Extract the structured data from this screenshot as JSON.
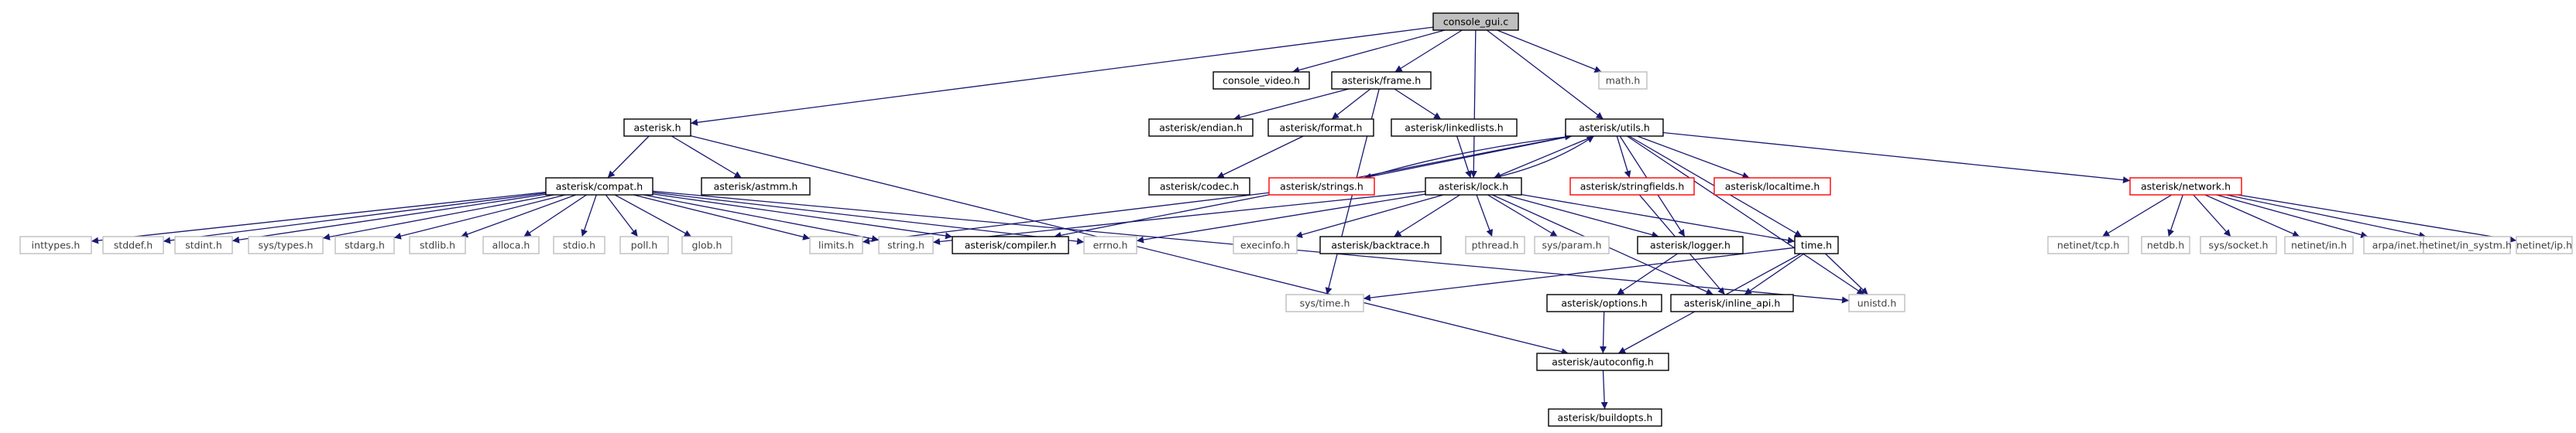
{
  "graph": {
    "colors": {
      "background": "#ffffff",
      "edge": "#191970",
      "root_fill": "#bfbfbf",
      "root_border": "#000000",
      "documented_border": "#000000",
      "truncated_border": "#ff0000",
      "undocumented_border": "#bfbfbf",
      "text": "#000000",
      "muted_text": "#404040"
    },
    "nodes": [
      {
        "id": "console_gui",
        "label": "console_gui.c",
        "kind": "root"
      },
      {
        "id": "console_video",
        "label": "console_video.h",
        "kind": "documented"
      },
      {
        "id": "frame",
        "label": "asterisk/frame.h",
        "kind": "documented"
      },
      {
        "id": "math",
        "label": "math.h",
        "kind": "undocumented"
      },
      {
        "id": "asterisk",
        "label": "asterisk.h",
        "kind": "documented"
      },
      {
        "id": "endian",
        "label": "asterisk/endian.h",
        "kind": "documented"
      },
      {
        "id": "format",
        "label": "asterisk/format.h",
        "kind": "documented"
      },
      {
        "id": "linkedlists",
        "label": "asterisk/linkedlists.h",
        "kind": "documented"
      },
      {
        "id": "utils",
        "label": "asterisk/utils.h",
        "kind": "documented"
      },
      {
        "id": "compat",
        "label": "asterisk/compat.h",
        "kind": "documented"
      },
      {
        "id": "astmm",
        "label": "asterisk/astmm.h",
        "kind": "documented"
      },
      {
        "id": "codec",
        "label": "asterisk/codec.h",
        "kind": "documented"
      },
      {
        "id": "strings",
        "label": "asterisk/strings.h",
        "kind": "truncated"
      },
      {
        "id": "lock",
        "label": "asterisk/lock.h",
        "kind": "documented"
      },
      {
        "id": "stringfields",
        "label": "asterisk/stringfields.h",
        "kind": "truncated"
      },
      {
        "id": "localtime",
        "label": "asterisk/localtime.h",
        "kind": "truncated"
      },
      {
        "id": "network",
        "label": "asterisk/network.h",
        "kind": "truncated"
      },
      {
        "id": "inttypes",
        "label": "inttypes.h",
        "kind": "undocumented"
      },
      {
        "id": "stddef",
        "label": "stddef.h",
        "kind": "undocumented"
      },
      {
        "id": "stdint",
        "label": "stdint.h",
        "kind": "undocumented"
      },
      {
        "id": "systypes",
        "label": "sys/types.h",
        "kind": "undocumented"
      },
      {
        "id": "stdarg",
        "label": "stdarg.h",
        "kind": "undocumented"
      },
      {
        "id": "stdlib",
        "label": "stdlib.h",
        "kind": "undocumented"
      },
      {
        "id": "alloca",
        "label": "alloca.h",
        "kind": "undocumented"
      },
      {
        "id": "stdio",
        "label": "stdio.h",
        "kind": "undocumented"
      },
      {
        "id": "poll",
        "label": "poll.h",
        "kind": "undocumented"
      },
      {
        "id": "glob",
        "label": "glob.h",
        "kind": "undocumented"
      },
      {
        "id": "limits",
        "label": "limits.h",
        "kind": "undocumented"
      },
      {
        "id": "string",
        "label": "string.h",
        "kind": "undocumented"
      },
      {
        "id": "compiler",
        "label": "asterisk/compiler.h",
        "kind": "documented"
      },
      {
        "id": "errno",
        "label": "errno.h",
        "kind": "undocumented"
      },
      {
        "id": "execinfo",
        "label": "execinfo.h",
        "kind": "undocumented"
      },
      {
        "id": "backtrace",
        "label": "asterisk/backtrace.h",
        "kind": "documented"
      },
      {
        "id": "pthread",
        "label": "pthread.h",
        "kind": "undocumented"
      },
      {
        "id": "sysparam",
        "label": "sys/param.h",
        "kind": "undocumented"
      },
      {
        "id": "logger",
        "label": "asterisk/logger.h",
        "kind": "documented"
      },
      {
        "id": "time",
        "label": "time.h",
        "kind": "documented"
      },
      {
        "id": "netinettcp",
        "label": "netinet/tcp.h",
        "kind": "undocumented"
      },
      {
        "id": "netdb",
        "label": "netdb.h",
        "kind": "undocumented"
      },
      {
        "id": "syssocket",
        "label": "sys/socket.h",
        "kind": "undocumented"
      },
      {
        "id": "netinetin",
        "label": "netinet/in.h",
        "kind": "undocumented"
      },
      {
        "id": "arpainet",
        "label": "arpa/inet.h",
        "kind": "undocumented"
      },
      {
        "id": "netinetinsystm",
        "label": "netinet/in_systm.h",
        "kind": "undocumented"
      },
      {
        "id": "netinetip",
        "label": "netinet/ip.h",
        "kind": "undocumented"
      },
      {
        "id": "inlineapi",
        "label": "asterisk/inline_api.h",
        "kind": "documented"
      },
      {
        "id": "unistd",
        "label": "unistd.h",
        "kind": "undocumented"
      },
      {
        "id": "systime",
        "label": "sys/time.h",
        "kind": "undocumented"
      },
      {
        "id": "options",
        "label": "asterisk/options.h",
        "kind": "documented"
      },
      {
        "id": "autoconfig",
        "label": "asterisk/autoconfig.h",
        "kind": "documented"
      },
      {
        "id": "buildopts",
        "label": "asterisk/buildopts.h",
        "kind": "documented"
      }
    ],
    "edges": [
      [
        "console_gui",
        "console_video"
      ],
      [
        "console_gui",
        "frame"
      ],
      [
        "console_gui",
        "math"
      ],
      [
        "console_gui",
        "asterisk"
      ],
      [
        "console_gui",
        "utils"
      ],
      [
        "console_gui",
        "lock"
      ],
      [
        "frame",
        "endian"
      ],
      [
        "frame",
        "format"
      ],
      [
        "frame",
        "linkedlists"
      ],
      [
        "frame",
        "systime"
      ],
      [
        "format",
        "codec"
      ],
      [
        "linkedlists",
        "lock"
      ],
      [
        "asterisk",
        "compat"
      ],
      [
        "asterisk",
        "astmm"
      ],
      [
        "asterisk",
        "autoconfig"
      ],
      [
        "compat",
        "inttypes"
      ],
      [
        "compat",
        "stddef"
      ],
      [
        "compat",
        "stdint"
      ],
      [
        "compat",
        "systypes"
      ],
      [
        "compat",
        "stdarg"
      ],
      [
        "compat",
        "stdlib"
      ],
      [
        "compat",
        "alloca"
      ],
      [
        "compat",
        "stdio"
      ],
      [
        "compat",
        "poll"
      ],
      [
        "compat",
        "glob"
      ],
      [
        "compat",
        "limits"
      ],
      [
        "compat",
        "string"
      ],
      [
        "compat",
        "compiler"
      ],
      [
        "compat",
        "errno"
      ],
      [
        "compat",
        "unistd"
      ],
      [
        "utils",
        "strings"
      ],
      [
        "utils",
        "lock"
      ],
      [
        "utils",
        "stringfields"
      ],
      [
        "utils",
        "localtime"
      ],
      [
        "utils",
        "network"
      ],
      [
        "utils",
        "logger"
      ],
      [
        "utils",
        "time"
      ],
      [
        "utils",
        "unistd"
      ],
      [
        "utils",
        "compiler"
      ],
      [
        "strings",
        "utils"
      ],
      [
        "strings",
        "limits"
      ],
      [
        "lock",
        "string"
      ],
      [
        "lock",
        "errno"
      ],
      [
        "lock",
        "execinfo"
      ],
      [
        "lock",
        "backtrace"
      ],
      [
        "lock",
        "pthread"
      ],
      [
        "lock",
        "sysparam"
      ],
      [
        "lock",
        "logger"
      ],
      [
        "lock",
        "time"
      ],
      [
        "lock",
        "inlineapi"
      ],
      [
        "lock",
        "utils"
      ],
      [
        "stringfields",
        "inlineapi"
      ],
      [
        "network",
        "netinettcp"
      ],
      [
        "network",
        "netdb"
      ],
      [
        "network",
        "syssocket"
      ],
      [
        "network",
        "netinetin"
      ],
      [
        "network",
        "arpainet"
      ],
      [
        "network",
        "netinetinsystm"
      ],
      [
        "network",
        "netinetip"
      ],
      [
        "logger",
        "options"
      ],
      [
        "time",
        "systime"
      ],
      [
        "time",
        "inlineapi"
      ],
      [
        "time",
        "unistd"
      ],
      [
        "time",
        "autoconfig"
      ],
      [
        "options",
        "autoconfig"
      ],
      [
        "autoconfig",
        "buildopts"
      ]
    ]
  }
}
